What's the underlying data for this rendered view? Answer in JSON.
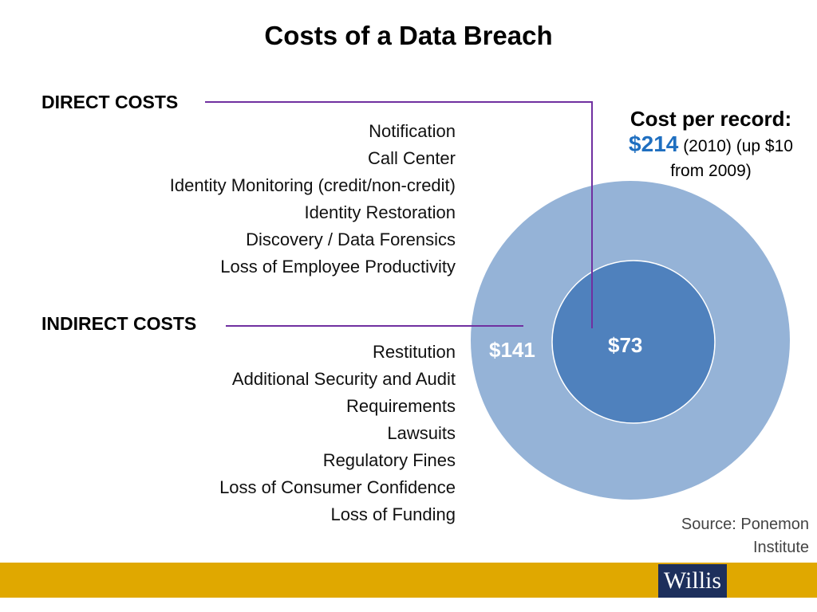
{
  "title": "Costs of a Data Breach",
  "direct": {
    "heading": "DIRECT COSTS",
    "items": [
      "Notification",
      "Call Center",
      "Identity Monitoring (credit/non-credit)",
      "Identity Restoration",
      "Discovery / Data Forensics",
      "Loss of Employee Productivity"
    ]
  },
  "indirect": {
    "heading": "INDIRECT COSTS",
    "items": [
      "Restitution",
      "Additional Security and Audit",
      "Requirements",
      "Lawsuits",
      "Regulatory Fines",
      "Loss of Consumer Confidence",
      "Loss of Funding"
    ]
  },
  "cost_per_record": {
    "label": "Cost per record:",
    "amount": "$214",
    "detail_line1": "(2010) (up $10",
    "detail_line2": "from 2009)"
  },
  "diagram": {
    "outer_value": "$141",
    "inner_value": "$73",
    "outer_color": "#95b3d7",
    "inner_color": "#4f81bd",
    "connector_color": "#7030a0"
  },
  "source": {
    "line1": "Source: Ponemon",
    "line2": "Institute"
  },
  "footer": {
    "logo_text": "Willis",
    "bar_color": "#e0a800"
  }
}
